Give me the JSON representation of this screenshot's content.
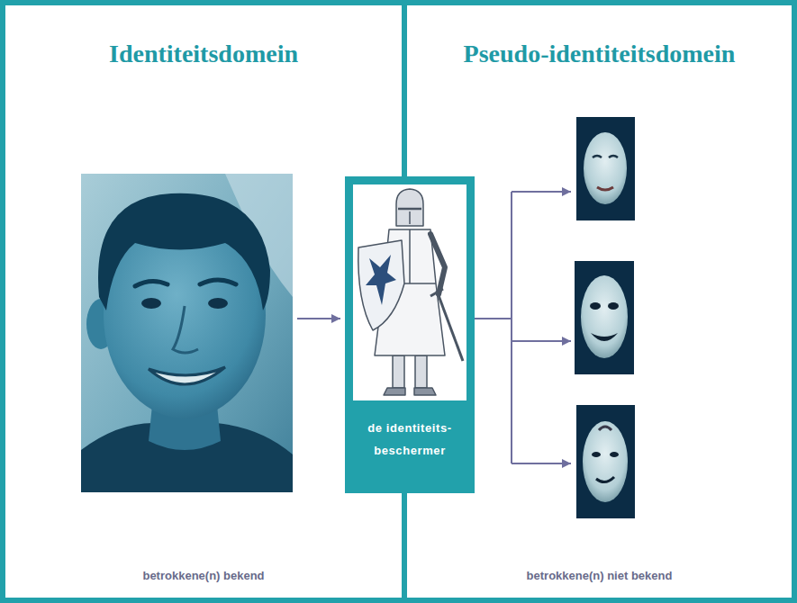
{
  "diagram": {
    "nodes": [
      {
        "text": [
          "Identiteitsdomein",
          "betrokkene(n) bekend"
        ]
      },
      {
        "text": [
          "Pseudo-identiteitsdomein",
          "betrokkene(n) niet bekend"
        ]
      },
      {
        "text": [
          "de identiteits- beschermer"
        ]
      }
    ]
  }
}
